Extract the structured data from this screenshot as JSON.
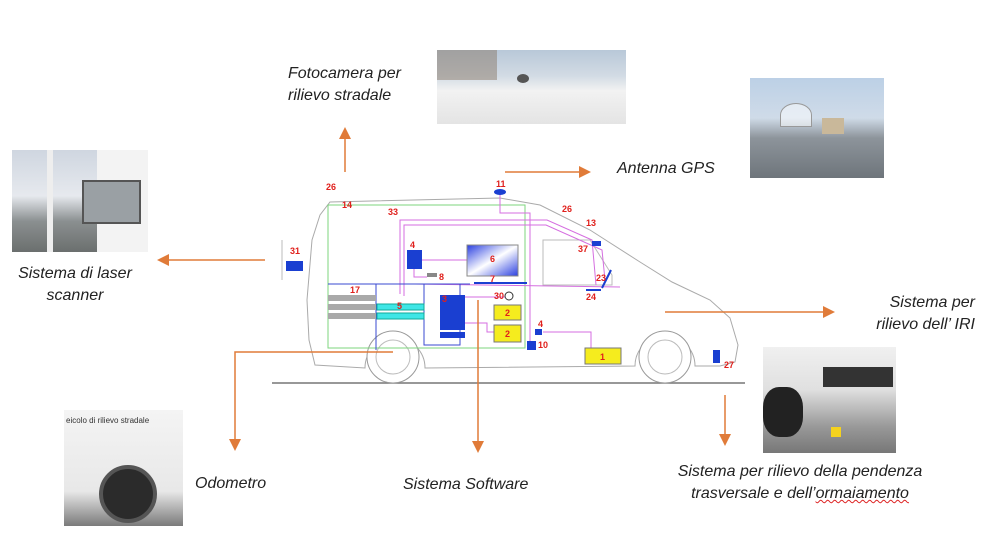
{
  "captions": {
    "camera": [
      "Fotocamera per",
      "rilievo stradale"
    ],
    "gps": "Antenna GPS",
    "laser": [
      "Sistema di laser",
      "scanner"
    ],
    "iri": [
      "Sistema per",
      "rilievo dell’ IRI"
    ],
    "odometer": "Odometro",
    "software": "Sistema Software",
    "slope": [
      "Sistema per rilievo della pendenza",
      "trasversale e dell’",
      "ormaiamento"
    ]
  },
  "photo_text": "eicolo di rilievo stradale",
  "component_numbers": [
    "26",
    "14",
    "33",
    "11",
    "26",
    "13",
    "31",
    "4",
    "6",
    "37",
    "8",
    "7",
    "23",
    "24",
    "17",
    "5",
    "3",
    "30",
    "2",
    "2",
    "4",
    "10",
    "1",
    "27"
  ],
  "colors": {
    "arrow": "#E07B39",
    "label": "#e0201c",
    "component": "#1a3fd1",
    "yellow": "#f5ec1e",
    "cyan": "#3fe6e6",
    "wire_pink": "#d56ee0",
    "wire_green": "#7ed67e"
  }
}
